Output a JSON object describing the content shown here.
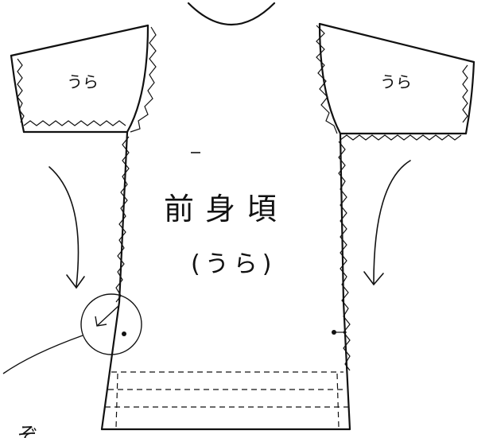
{
  "diagram": {
    "labels": {
      "left_sleeve": "うら",
      "right_sleeve": "うら",
      "body_title": "前身頃",
      "body_subtitle": "(うら)"
    },
    "fragment_bottom_left": "ぞ"
  }
}
